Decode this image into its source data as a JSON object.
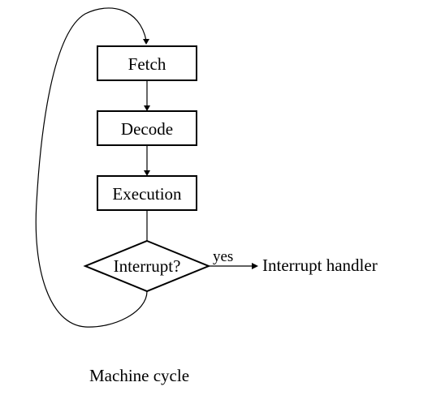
{
  "diagram": {
    "nodes": {
      "fetch": "Fetch",
      "decode": "Decode",
      "execution": "Execution",
      "interrupt": "Interrupt?",
      "handler": "Interrupt handler"
    },
    "edges": {
      "interrupt_to_handler": "yes"
    },
    "caption": "Machine cycle"
  }
}
